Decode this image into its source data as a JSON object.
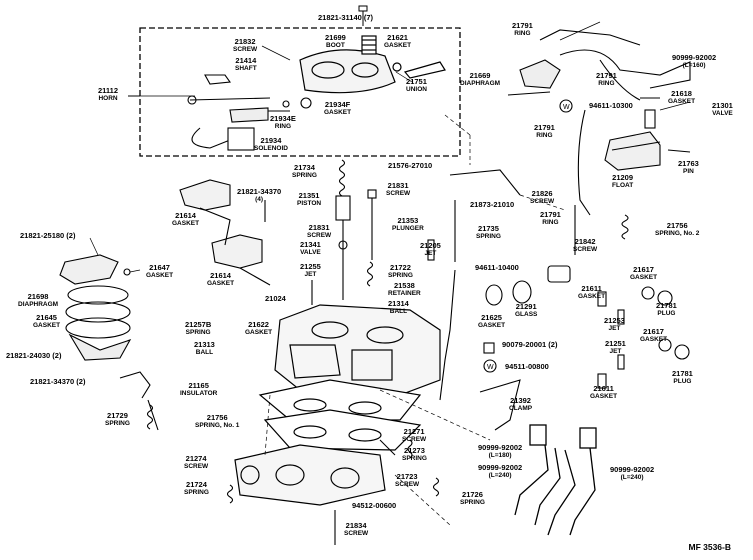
{
  "labels": {
    "p21821_31140": {
      "num": "21821-31140 (7)"
    },
    "p21832": {
      "num": "21832",
      "sub": "SCREW"
    },
    "p21699": {
      "num": "21699",
      "sub": "BOOT"
    },
    "p21621": {
      "num": "21621",
      "sub": "GASKET"
    },
    "p21414": {
      "num": "21414",
      "sub": "SHAFT"
    },
    "p21112": {
      "num": "21112",
      "sub": "HORN"
    },
    "p21751": {
      "num": "21751",
      "sub": "UNION"
    },
    "p21934f": {
      "num": "21934F",
      "sub": "GASKET"
    },
    "p21934e": {
      "num": "21934E",
      "sub": "RING"
    },
    "p21934": {
      "num": "21934",
      "sub": "SOLENOID"
    },
    "p21791a": {
      "num": "21791",
      "sub": "RING"
    },
    "p90999_160": {
      "num": "90999-92002",
      "sub": "(L=160)"
    },
    "p21669": {
      "num": "21669",
      "sub": "DIAPHRAGM"
    },
    "p21791b": {
      "num": "21791",
      "sub": "RING"
    },
    "p94611_10300": {
      "num": "94611-10300"
    },
    "p21618": {
      "num": "21618",
      "sub": "GASKET"
    },
    "p21301": {
      "num": "21301",
      "sub": "VALVE"
    },
    "p21791c": {
      "num": "21791",
      "sub": "RING"
    },
    "p21576": {
      "num": "21576-27010"
    },
    "p21209": {
      "num": "21209",
      "sub": "FLOAT"
    },
    "p21763": {
      "num": "21763",
      "sub": "PIN"
    },
    "p21734": {
      "num": "21734",
      "sub": "SPRING"
    },
    "p21351": {
      "num": "21351",
      "sub": "PISTON"
    },
    "p21831a": {
      "num": "21831",
      "sub": "SCREW"
    },
    "p21826": {
      "num": "21826",
      "sub": "SCREW"
    },
    "p21873": {
      "num": "21873-21010"
    },
    "p21821_34370a": {
      "num": "21821-34370",
      "sub": "(4)"
    },
    "p21614a": {
      "num": "21614",
      "sub": "GASKET"
    },
    "p21831b": {
      "num": "21831",
      "sub": "SCREW"
    },
    "p21353": {
      "num": "21353",
      "sub": "PLUNGER"
    },
    "p21341": {
      "num": "21341",
      "sub": "VALVE"
    },
    "p21735": {
      "num": "21735",
      "sub": "SPRING"
    },
    "p21791d": {
      "num": "21791",
      "sub": "RING"
    },
    "p21756b": {
      "num": "21756",
      "sub": "SPRING, No. 2"
    },
    "p21821_25180": {
      "num": "21821-25180 (2)"
    },
    "p21842": {
      "num": "21842",
      "sub": "SCREW"
    },
    "p21205": {
      "num": "21205",
      "sub": "JET"
    },
    "p21614b": {
      "num": "21614",
      "sub": "GASKET"
    },
    "p21647": {
      "num": "21647",
      "sub": "GASKET"
    },
    "p21255": {
      "num": "21255",
      "sub": "JET"
    },
    "p21722": {
      "num": "21722",
      "sub": "SPRING"
    },
    "p94611_10400": {
      "num": "94611-10400"
    },
    "p21617a": {
      "num": "21617",
      "sub": "GASKET"
    },
    "p21538": {
      "num": "21538",
      "sub": "RETAINER"
    },
    "p21314": {
      "num": "21314",
      "sub": "BALL"
    },
    "p21698": {
      "num": "21698",
      "sub": "DIAPHRAGM"
    },
    "p21024": {
      "num": "21024"
    },
    "p21611a": {
      "num": "21611",
      "sub": "GASKET"
    },
    "p21291": {
      "num": "21291",
      "sub": "GLASS"
    },
    "p21781a": {
      "num": "21781",
      "sub": "PLUG"
    },
    "p21645": {
      "num": "21645",
      "sub": "GASKET"
    },
    "p21257b": {
      "num": "21257B",
      "sub": "SPRING"
    },
    "p21622": {
      "num": "21622",
      "sub": "GASKET"
    },
    "p21625": {
      "num": "21625",
      "sub": "GASKET"
    },
    "p21253": {
      "num": "21253",
      "sub": "JET"
    },
    "p21617b": {
      "num": "21617",
      "sub": "GASKET"
    },
    "p21313": {
      "num": "21313",
      "sub": "BALL"
    },
    "p90079": {
      "num": "90079-20001 (2)"
    },
    "p21251": {
      "num": "21251",
      "sub": "JET"
    },
    "p21821_24030": {
      "num": "21821-24030 (2)"
    },
    "p94511_00800": {
      "num": "94511-00800"
    },
    "p21781b": {
      "num": "21781",
      "sub": "PLUG"
    },
    "p21821_34370b": {
      "num": "21821-34370 (2)"
    },
    "p21165": {
      "num": "21165",
      "sub": "INSULATOR"
    },
    "p21611b": {
      "num": "21611",
      "sub": "GASKET"
    },
    "p21392": {
      "num": "21392",
      "sub": "CLAMP"
    },
    "p21729": {
      "num": "21729",
      "sub": "SPRING"
    },
    "p21756a": {
      "num": "21756",
      "sub": "SPRING, No. 1"
    },
    "p21271": {
      "num": "21271",
      "sub": "SCREW"
    },
    "p90999_180": {
      "num": "90999-92002",
      "sub": "(L=180)"
    },
    "p90999_240a": {
      "num": "90999-92002",
      "sub": "(L=240)"
    },
    "p90999_240b": {
      "num": "90999-92002",
      "sub": "(L=240)"
    },
    "p21274": {
      "num": "21274",
      "sub": "SCREW"
    },
    "p21273": {
      "num": "21273",
      "sub": "SPRING"
    },
    "p21723": {
      "num": "21723",
      "sub": "SCREW"
    },
    "p21724": {
      "num": "21724",
      "sub": "SPRING"
    },
    "p21726": {
      "num": "21726",
      "sub": "SPRING"
    },
    "p94512": {
      "num": "94512-00600"
    },
    "p21834": {
      "num": "21834",
      "sub": "SCREW"
    }
  },
  "footer": "MF 3536-B"
}
